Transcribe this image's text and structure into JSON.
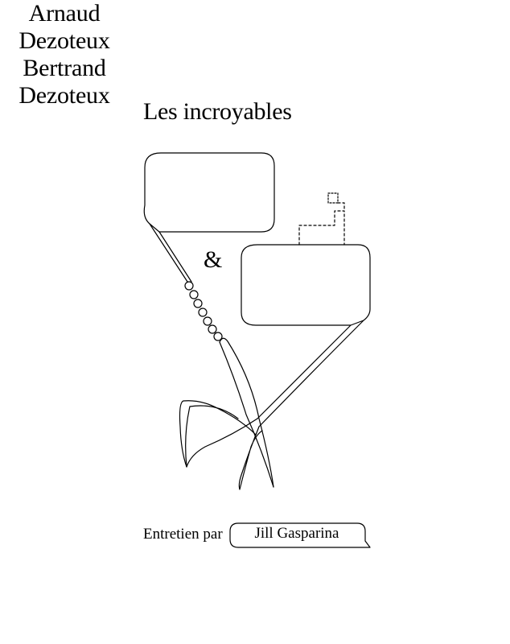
{
  "cover": {
    "title": "Les incroyables",
    "speaker_one": {
      "first_name": "Arnaud",
      "last_name": "Dezoteux"
    },
    "connector": "&",
    "speaker_two": {
      "first_name": "Bertrand",
      "last_name": "Dezoteux"
    },
    "interview_label": "Entretien par",
    "interviewer": "Jill Gasparina"
  },
  "colors": {
    "ink": "#000000",
    "paper": "#ffffff"
  }
}
